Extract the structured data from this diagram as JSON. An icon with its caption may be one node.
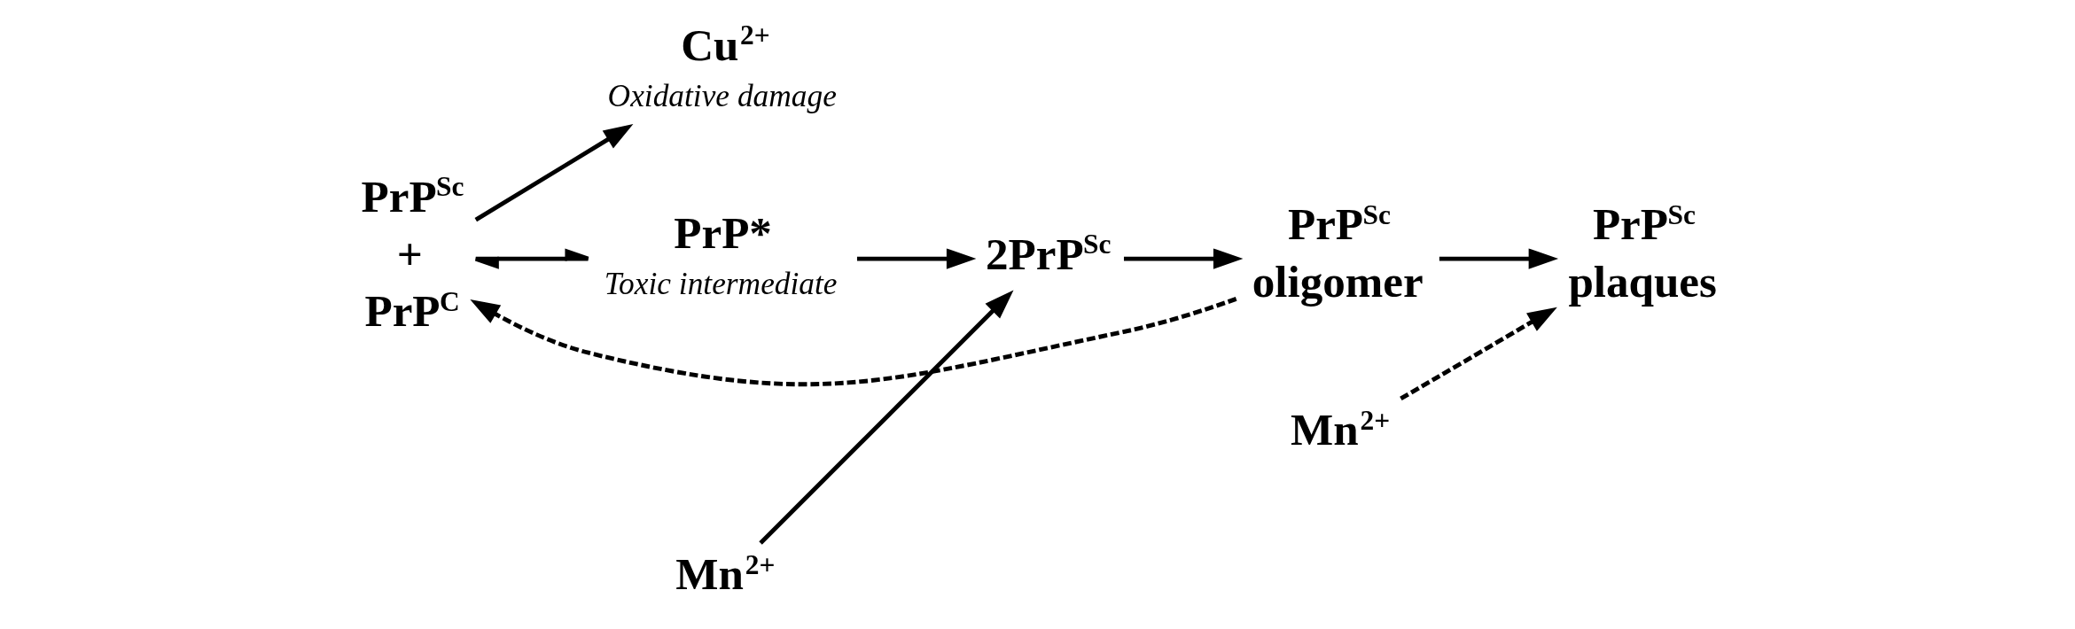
{
  "diagram": {
    "nodes": [
      {
        "text": [
          "PrP$^{Sc}$",
          "+",
          "PrP$^{C}$"
        ]
      },
      {
        "text": [
          "Cu$^{2+}$"
        ],
        "beside": [
          "Oxidative damage"
        ]
      },
      {
        "text": [
          "PrP*"
        ],
        "beside": [
          "Toxic intermediate"
        ]
      },
      {
        "text": [
          "Mn$^{2+}$"
        ]
      },
      {
        "text": [
          "2PrP$^{Sc}$"
        ]
      },
      {
        "text": [
          "PrP$^{Sc}$",
          "oligomer"
        ]
      },
      {
        "text": [
          "Mn$^{2+}$"
        ]
      },
      {
        "text": [
          "PrP$^{Sc}$",
          "plaques"
        ]
      }
    ],
    "edges": [
      {
        "from": 0,
        "to": 2,
        "arrow": "both"
      },
      {
        "from": 0,
        "to": 1,
        "arrow": "to"
      },
      {
        "from": 2,
        "to": 4,
        "arrow": "to"
      },
      {
        "from": 3,
        "to": 4,
        "arrow": "to"
      },
      {
        "from": 4,
        "to": 5,
        "arrow": "to"
      },
      {
        "from": 5,
        "to": 0,
        "arrow": "to",
        "style": "dashed"
      },
      {
        "from": 5,
        "to": 7,
        "arrow": "to"
      },
      {
        "from": 6,
        "to": 7,
        "arrow": "to",
        "style": "dashed"
      }
    ]
  }
}
